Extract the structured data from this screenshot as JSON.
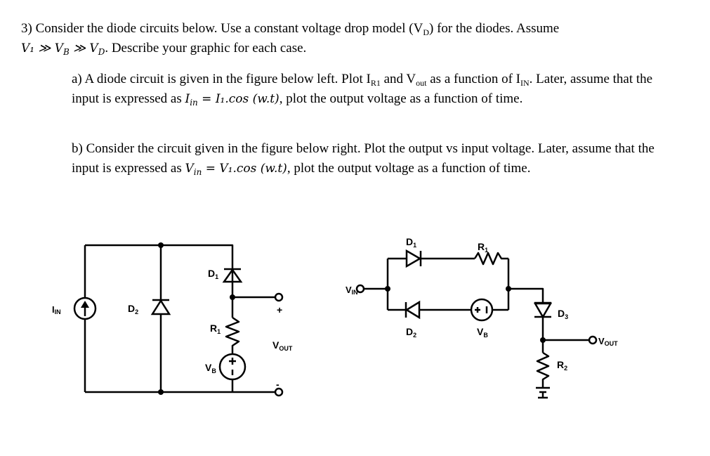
{
  "question": {
    "number": "3)",
    "intro_1": "Consider the diode circuits below. Use a constant voltage drop model (V",
    "intro_sub": "D",
    "intro_2": ") for the diodes. Assume",
    "assume_math": "V₁ ≫ V",
    "assume_b": "B",
    "assume_gg": " ≫ V",
    "assume_d": "D",
    "assume_tail": ". Describe your graphic for each case."
  },
  "part_a": {
    "label": "a)",
    "t1": "A diode circuit is given in the figure below left. Plot I",
    "t1_sub": "R1",
    "t2": " and V",
    "t2_sub": "out",
    "t3": " as a function of I",
    "t3_sub": "IN",
    "t4": ". Later, assume that the input is expressed as",
    "eq": "I",
    "eq_sub": "in",
    "eq_rhs": " = I₁.cos (w.t)",
    "t5": ", plot the output voltage as a function of time."
  },
  "part_b": {
    "label": "b)",
    "t1": "Consider the circuit given in the figure below right. Plot the output vs input voltage. Later, assume that the input is expressed as",
    "eq": "V",
    "eq_sub": "in",
    "eq_rhs": " = V₁.cos (w.t)",
    "t2": ", plot the output voltage as a function of time."
  },
  "circuit_left": {
    "iin": "I",
    "iin_sub": "IN",
    "d1": "D",
    "d1_sub": "1",
    "d2": "D",
    "d2_sub": "2",
    "r1": "R",
    "r1_sub": "1",
    "vb": "V",
    "vb_sub": "B",
    "plus": "+",
    "vout": "V",
    "vout_sub": "OUT",
    "minus": "-"
  },
  "circuit_right": {
    "vin": "V",
    "vin_sub": "IN",
    "d1": "D",
    "d1_sub": "1",
    "d2": "D",
    "d2_sub": "2",
    "d3": "D",
    "d3_sub": "3",
    "r1": "R",
    "r1_sub": "1",
    "r2": "R",
    "r2_sub": "2",
    "vb": "V",
    "vb_sub": "B",
    "vout": "V",
    "vout_sub": "OUT"
  }
}
